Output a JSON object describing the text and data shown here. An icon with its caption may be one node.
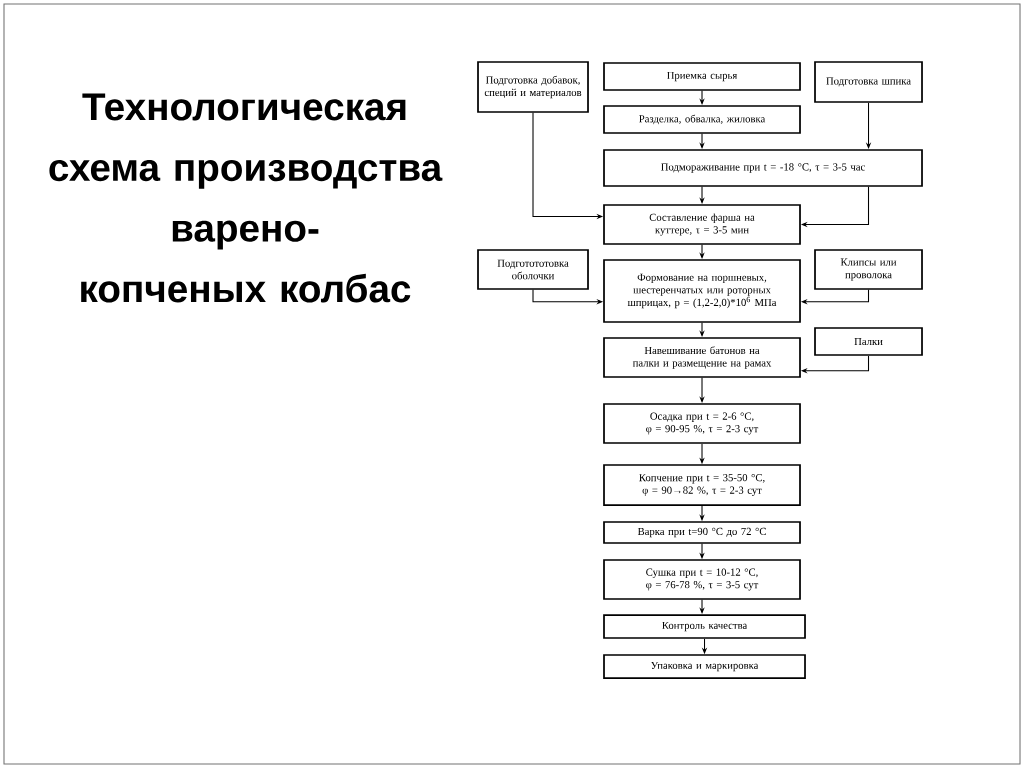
{
  "diagram": {
    "title": "Технологическая схема производства варено-копченых колбас",
    "nodes": [
      {
        "text": [
          "Подготовка добавок, специй и материалов"
        ]
      },
      {
        "text": [
          "Приемка сырья"
        ]
      },
      {
        "text": [
          "Подготовка шпика"
        ]
      },
      {
        "text": [
          "Разделка, обвалка, жиловка"
        ]
      },
      {
        "text": [
          "Подмораживание при t = -18 °C, τ = 3-5 час"
        ]
      },
      {
        "text": [
          "Составление фарша на куттере, τ = 3-5 мин"
        ]
      },
      {
        "text": [
          "Подготототовка оболочки"
        ]
      },
      {
        "text": [
          "Формование на поршневых, шестеренчатых или роторных шприцах, p = (1,2-2,0)*10$^{6}$ МПа"
        ]
      },
      {
        "text": [
          "Клипсы или проволока"
        ]
      },
      {
        "text": [
          "Палки"
        ]
      },
      {
        "text": [
          "Навешивание батонов на палки и размещение на рамах"
        ]
      },
      {
        "text": [
          "Осадка при t = 2-6 °C, φ = 90-95 %, τ = 2-3 сут"
        ]
      },
      {
        "text": [
          "Копчение при t = 35-50 °C, φ = 90→82 %, τ = 2-3 сут"
        ]
      },
      {
        "text": [
          "Варка при t=90 °C до 72 °C"
        ]
      },
      {
        "text": [
          "Сушка при t = 10-12 °C, φ = 76-78 %, τ = 3-5 сут"
        ]
      },
      {
        "text": [
          "Контроль качества"
        ]
      },
      {
        "text": [
          "Упаковка и маркировка"
        ]
      }
    ],
    "edges": [
      {
        "from": 1,
        "to": 3,
        "arrow": "to"
      },
      {
        "from": 3,
        "to": 4,
        "arrow": "to"
      },
      {
        "from": 2,
        "to": 4,
        "arrow": "to"
      },
      {
        "from": 0,
        "to": 5,
        "arrow": "to"
      },
      {
        "from": 4,
        "to": 5,
        "arrow": "to"
      },
      {
        "from": 4,
        "to": 5,
        "arrow": "to"
      },
      {
        "from": 5,
        "to": 7,
        "arrow": "to"
      },
      {
        "from": 6,
        "to": 7,
        "arrow": "to"
      },
      {
        "from": 8,
        "to": 7,
        "arrow": "to"
      },
      {
        "from": 7,
        "to": 10,
        "arrow": "to"
      },
      {
        "from": 9,
        "to": 10,
        "arrow": "to"
      },
      {
        "from": 10,
        "to": 11,
        "arrow": "to"
      },
      {
        "from": 11,
        "to": 12,
        "arrow": "to"
      },
      {
        "from": 12,
        "to": 13,
        "arrow": "to"
      },
      {
        "from": 13,
        "to": 14,
        "arrow": "to"
      },
      {
        "from": 14,
        "to": 15,
        "arrow": "to"
      },
      {
        "from": 15,
        "to": 16,
        "arrow": "to"
      }
    ]
  }
}
